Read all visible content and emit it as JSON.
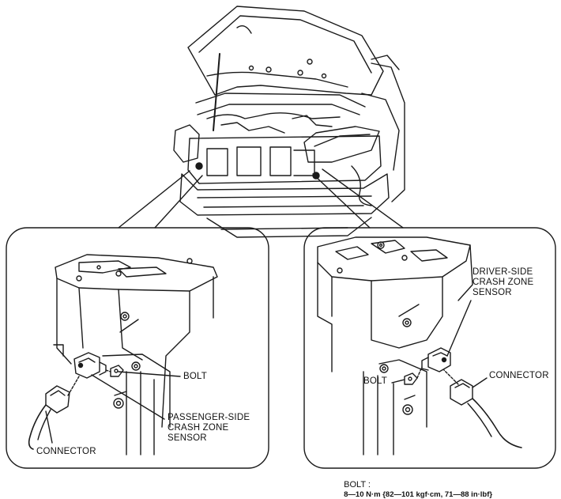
{
  "callouts": {
    "left_bolt": "BOLT",
    "passenger_sensor": "PASSENGER-SIDE\nCRASH ZONE\nSENSOR",
    "left_connector": "CONNECTOR",
    "driver_sensor": "DRIVER-SIDE\nCRASH ZONE\nSENSOR",
    "right_bolt": "BOLT",
    "right_connector": "CONNECTOR"
  },
  "torque": {
    "label": "BOLT :",
    "spec": "8—10 N·m {82—101 kgf·cm, 71—88 in·lbf}"
  },
  "colors": {
    "line": "#1a1a1a",
    "background": "#ffffff"
  }
}
